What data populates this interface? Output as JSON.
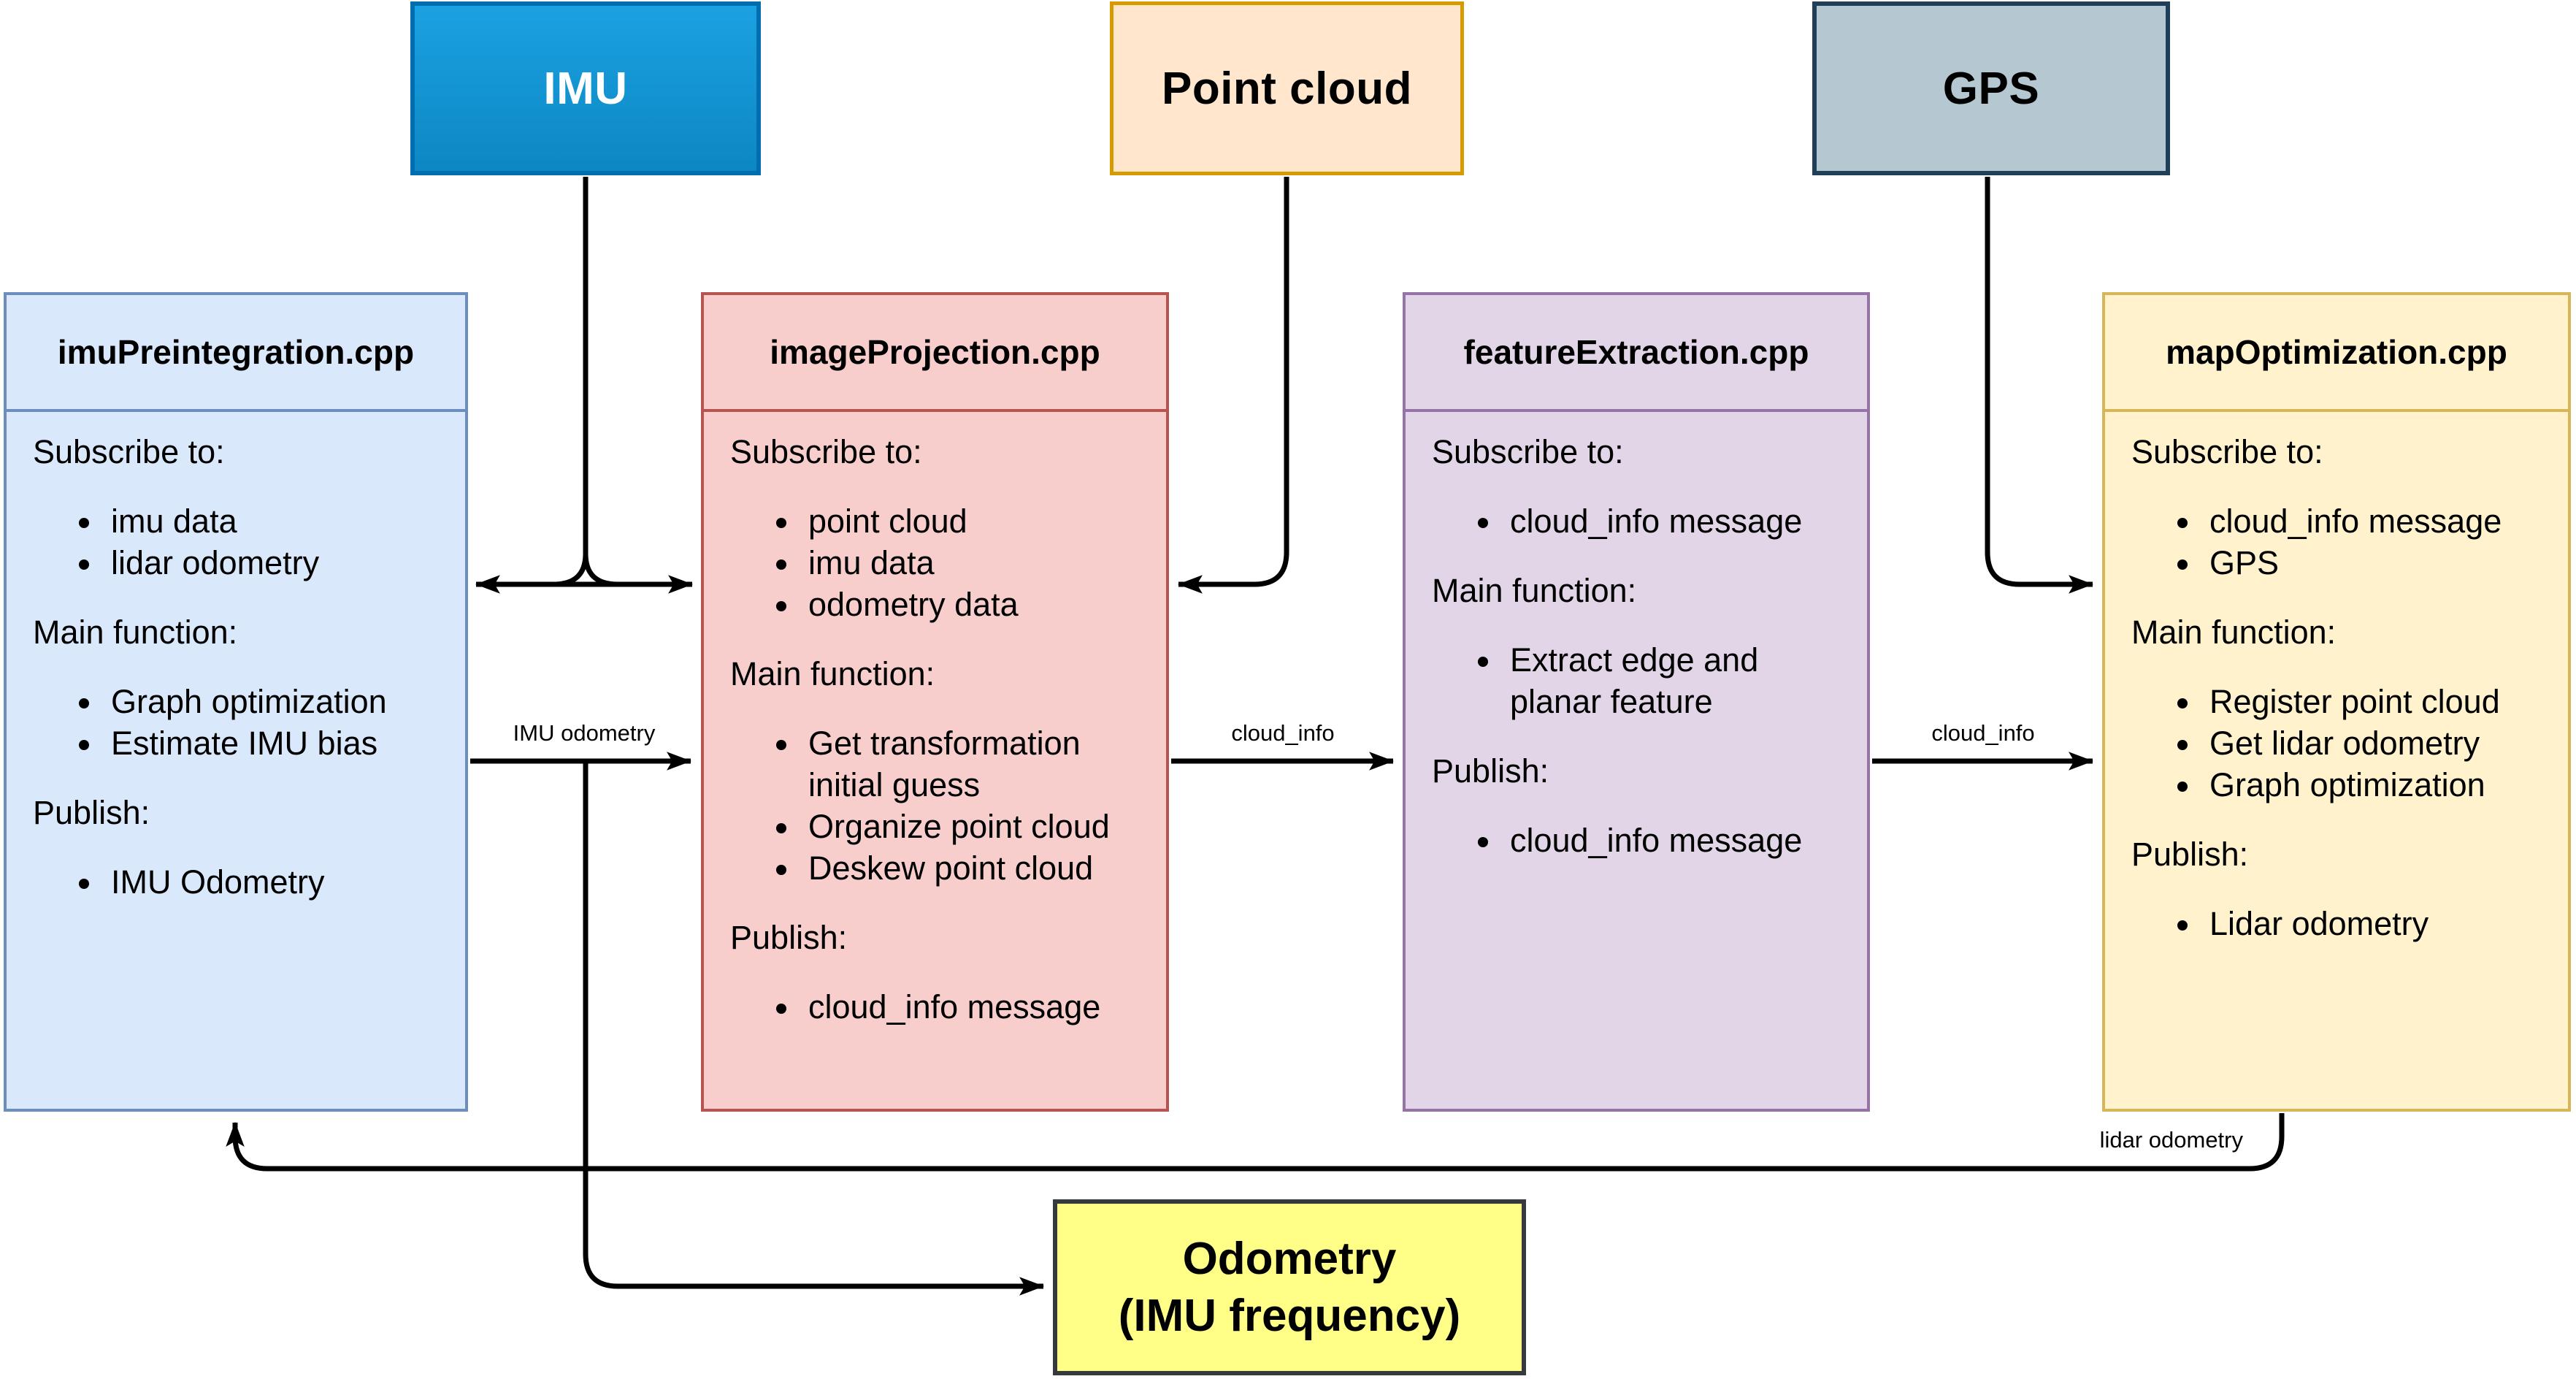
{
  "diagram": {
    "sources": [
      {
        "id": "imu",
        "label": "IMU",
        "fill_top": "#1ba1e2",
        "fill_bottom": "#0d87c3",
        "stroke": "#006eaf",
        "text_color": "#ffffff"
      },
      {
        "id": "pointcloud",
        "label": "Point cloud",
        "fill": "#ffe6cc",
        "stroke": "#d79b00",
        "text_color": "#000000"
      },
      {
        "id": "gps",
        "label": "GPS",
        "fill": "#b5c7d1",
        "stroke": "#20405a",
        "text_color": "#000000"
      }
    ],
    "modules": [
      {
        "title": "imuPreintegration.cpp",
        "fill": "#dae8fc",
        "stroke": "#6c8ebf",
        "sections": [
          {
            "label": "Subscribe to:",
            "items": [
              "imu data",
              "lidar odometry"
            ]
          },
          {
            "label": "Main function:",
            "items": [
              "Graph optimization",
              "Estimate IMU bias"
            ]
          },
          {
            "label": "Publish:",
            "items": [
              "IMU Odometry"
            ]
          }
        ]
      },
      {
        "title": "imageProjection.cpp",
        "fill": "#f8cecc",
        "stroke": "#b85450",
        "sections": [
          {
            "label": "Subscribe to:",
            "items": [
              "point cloud",
              "imu data",
              "odometry data"
            ]
          },
          {
            "label": "Main function:",
            "items": [
              "Get transformation initial guess",
              "Organize point cloud",
              "Deskew point cloud"
            ]
          },
          {
            "label": "Publish:",
            "items": [
              "cloud_info message"
            ]
          }
        ]
      },
      {
        "title": "featureExtraction.cpp",
        "fill": "#e1d5e7",
        "stroke": "#9673a6",
        "sections": [
          {
            "label": "Subscribe to:",
            "items": [
              "cloud_info message"
            ]
          },
          {
            "label": "Main function:",
            "items": [
              "Extract edge and planar feature"
            ]
          },
          {
            "label": "Publish:",
            "items": [
              "cloud_info message"
            ]
          }
        ]
      },
      {
        "title": "mapOptimization.cpp",
        "fill": "#fff2cc",
        "stroke": "#d6b656",
        "sections": [
          {
            "label": "Subscribe to:",
            "items": [
              "cloud_info message",
              "GPS"
            ]
          },
          {
            "label": "Main function:",
            "items": [
              "Register point cloud",
              "Get lidar odometry",
              "Graph optimization"
            ]
          },
          {
            "label": "Publish:",
            "items": [
              "Lidar odometry"
            ]
          }
        ]
      }
    ],
    "output_box": {
      "line1": "Odometry",
      "line2": "(IMU frequency)",
      "fill": "#ffff88",
      "stroke": "#36393d"
    },
    "edge_labels": {
      "imu_odometry": "IMU odometry",
      "cloud_info_1": "cloud_info",
      "cloud_info_2": "cloud_info",
      "lidar_odometry": "lidar odometry"
    },
    "edge_color": "#000000"
  }
}
